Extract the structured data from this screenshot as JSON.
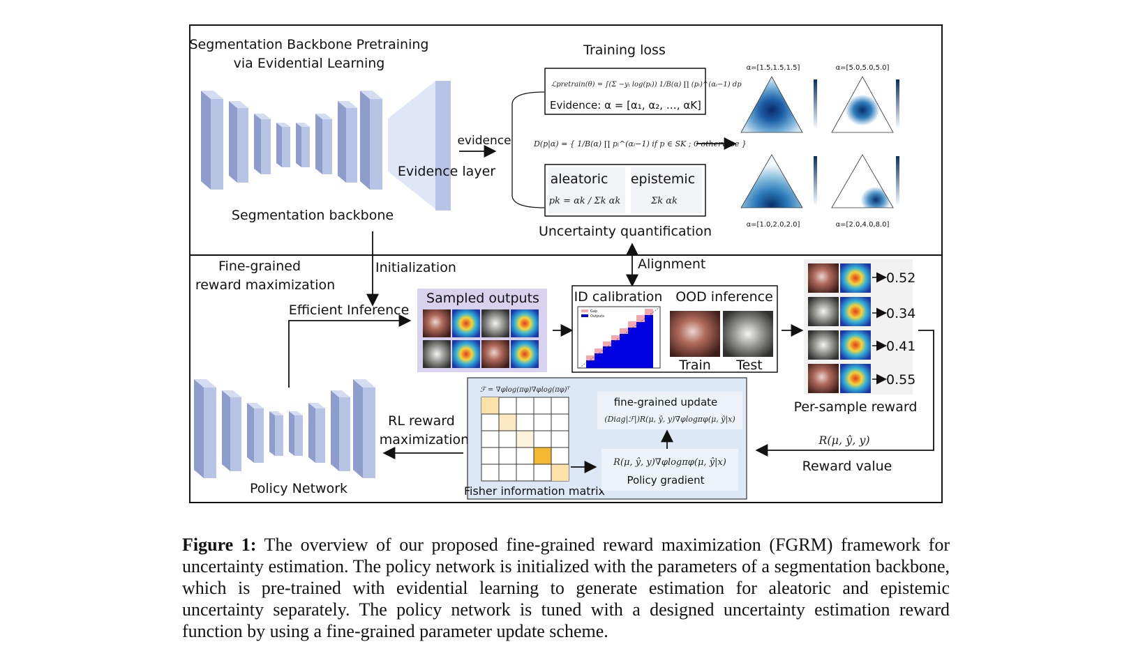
{
  "top": {
    "pretrain_title_1": "Segmentation Backbone Pretraining",
    "pretrain_title_2": "via Evidential Learning",
    "backbone_label": "Segmentation backbone",
    "evidence_layer_label": "Evidence layer",
    "evidence_arrow_label": "evidence",
    "training_loss_title": "Training loss",
    "loss_formula": "ℒpretrain(θ) = ∫(Σ −yᵢ log(pᵢ)) 1/B(α) ∏ (pᵢ)^(αᵢ−1) dp",
    "evidence_formula": "Evidence:  α = [α₁, α₂, …, αK]",
    "dirichlet_formula": "D(p|α) = { 1/B(α) ∏ pᵢ^(αᵢ−1)   if p ∈ SK ;  0   otherwise }",
    "aleatoric_label": "aleatoric",
    "aleatoric_formula": "pk = αk / Σk αk",
    "epistemic_label": "epistemic",
    "epistemic_formula": "Σk αk",
    "uq_label": "Uncertainty quantification",
    "simplex_labels": [
      "α=[1.5,1.5,1.5]",
      "α=[5.0,5.0,5.0]",
      "α=[1.0,2.0,2.0]",
      "α=[2.0,4.0,8.0]"
    ]
  },
  "bottom": {
    "fine_grained_1": "Fine-grained",
    "fine_grained_2": "reward maximization",
    "initialization_label": "Initialization",
    "alignment_label": "Alignment",
    "efficient_inference_label": "Efficient Inference",
    "sampled_outputs_label": "Sampled outputs",
    "id_calibration_label": "ID calibration",
    "ood_inference_label": "OOD inference",
    "train_label": "Train",
    "test_label": "Test",
    "calib_legend": [
      "Gap",
      "Outputs"
    ],
    "rewards": [
      "0.52",
      "0.34",
      "0.41",
      "0.55"
    ],
    "per_sample_reward_label": "Per-sample  reward",
    "reward_formula": "R(μ, ŷ, y)",
    "reward_value_label": "Reward value",
    "policy_network_label": "Policy Network",
    "rl_reward_1": "RL reward",
    "rl_reward_2": "maximization",
    "fisher_formula": "ℱ = ∇φlog(πφ)∇φlog(πφ)ᵀ",
    "fisher_label": "Fisher information matrix",
    "fine_grained_update_label": "fine-grained update",
    "fine_grained_update_formula": "(Diag|ℱ|)R(μ, ŷ, y)∇φlogπφ(μ, ŷ|x)",
    "policy_gradient_formula": "R(μ, ŷ, y)∇φlogπφ(μ, ŷ|x)",
    "policy_gradient_label": "Policy gradient"
  },
  "caption": {
    "label": "Figure 1:",
    "text": "The overview of our proposed fine-grained reward maximization (FGRM) framework for uncertainty estimation. The policy network is initialized with the parameters of a segmentation backbone, which is pre-trained with evidential learning to generate estimation for aleatoric and epistemic uncertainty separately. The policy network is tuned with a designed uncertainty estimation reward function by using a fine-grained parameter update scheme."
  },
  "colors": {
    "layer_front": "#b8c4e6",
    "layer_side": "#8f9dcc",
    "evidence_layer": "#c8d4f0",
    "sampled_bg": "#d9d2ee",
    "fisher_bg": "#dce8f6",
    "fisher_highlight": "#f5b730",
    "calib_bar": "#0000e0",
    "calib_gap": "#f3a8b0"
  }
}
